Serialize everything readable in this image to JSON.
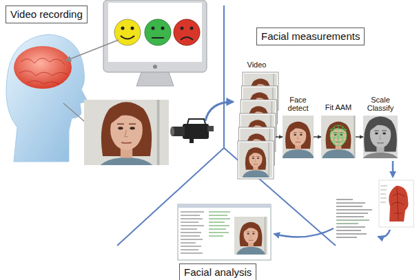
{
  "diagram": {
    "nodes": [
      {
        "text": [
          "Video recording"
        ]
      },
      {
        "text": [
          "Facial measurements"
        ]
      },
      {
        "text": [
          "Video"
        ]
      },
      {
        "text": [
          "Face detect"
        ]
      },
      {
        "text": [
          "Fit AAM"
        ]
      },
      {
        "text": [
          "Scale Classify"
        ]
      },
      {
        "text": [
          "Facial analysis"
        ]
      }
    ],
    "edges": [
      {
        "from": 2,
        "to": 3,
        "arrow": "to"
      },
      {
        "from": 3,
        "to": 4,
        "arrow": "to"
      },
      {
        "from": 4,
        "to": 5,
        "arrow": "to"
      }
    ]
  }
}
